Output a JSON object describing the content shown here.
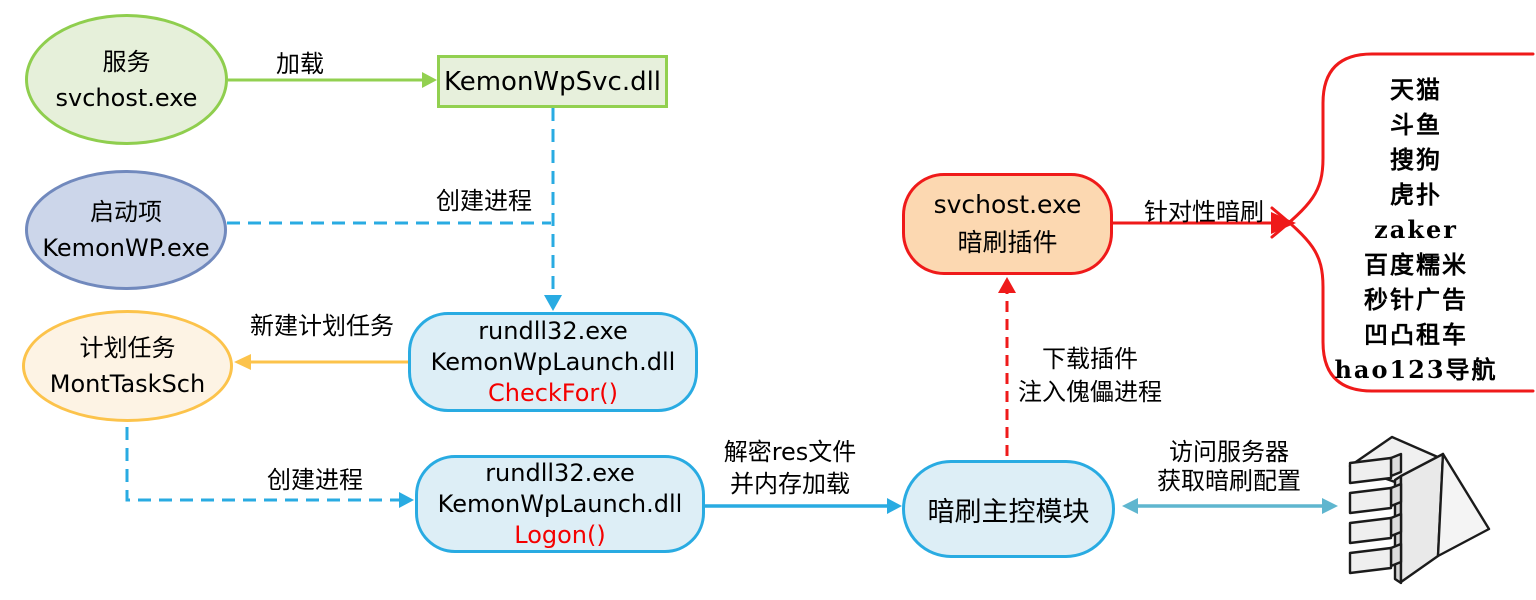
{
  "nodes": {
    "service": {
      "lines": [
        "服务",
        "svchost.exe"
      ]
    },
    "loader_dll": {
      "label": "KemonWpSvc.dll"
    },
    "startup": {
      "lines": [
        "启动项",
        "KemonWP.exe"
      ]
    },
    "task": {
      "lines": [
        "计划任务",
        "MontTaskSch"
      ]
    },
    "checkfor": {
      "lines": [
        "rundll32.exe",
        "KemonWpLaunch.dll",
        "CheckFor()"
      ]
    },
    "logon": {
      "lines": [
        "rundll32.exe",
        "KemonWpLaunch.dll",
        "Logon()"
      ]
    },
    "master": {
      "label": "暗刷主控模块"
    },
    "plugin": {
      "lines": [
        "svchost.exe",
        "暗刷插件"
      ]
    }
  },
  "edges": {
    "load": "加载",
    "create_process_top": "创建进程",
    "new_task": "新建计划任务",
    "create_process_bottom": "创建进程",
    "decrypt": [
      "解密res文件",
      "并内存加载"
    ],
    "download": [
      "下载插件",
      "注入傀儡进程"
    ],
    "targeted": "针对性暗刷",
    "server_access": [
      "访问服务器",
      "获取暗刷配置"
    ]
  },
  "targets": {
    "items": [
      "天猫",
      "斗鱼",
      "搜狗",
      "虎扑",
      "zaker",
      "百度糯米",
      "秒针广告",
      "凹凸租车",
      "hao123导航"
    ]
  },
  "icons": {
    "server": "server-icon",
    "brace": "curly-brace"
  },
  "colors": {
    "green": "#92d050",
    "green_fill": "#e6f0da",
    "blue_ellipse_border": "#7189bd",
    "blue_ellipse_fill": "#ccd6ea",
    "orange_border": "#fcc34b",
    "orange_fill": "#fdf3e4",
    "cyan_border": "#29abe2",
    "cyan_fill": "#ddeef6",
    "dash_blue": "#29abe2",
    "red": "#ef1a1a",
    "plugin_fill": "#fcd8b1",
    "teal_arrow": "#5fb6cf",
    "function_text_red": "#f40000"
  }
}
